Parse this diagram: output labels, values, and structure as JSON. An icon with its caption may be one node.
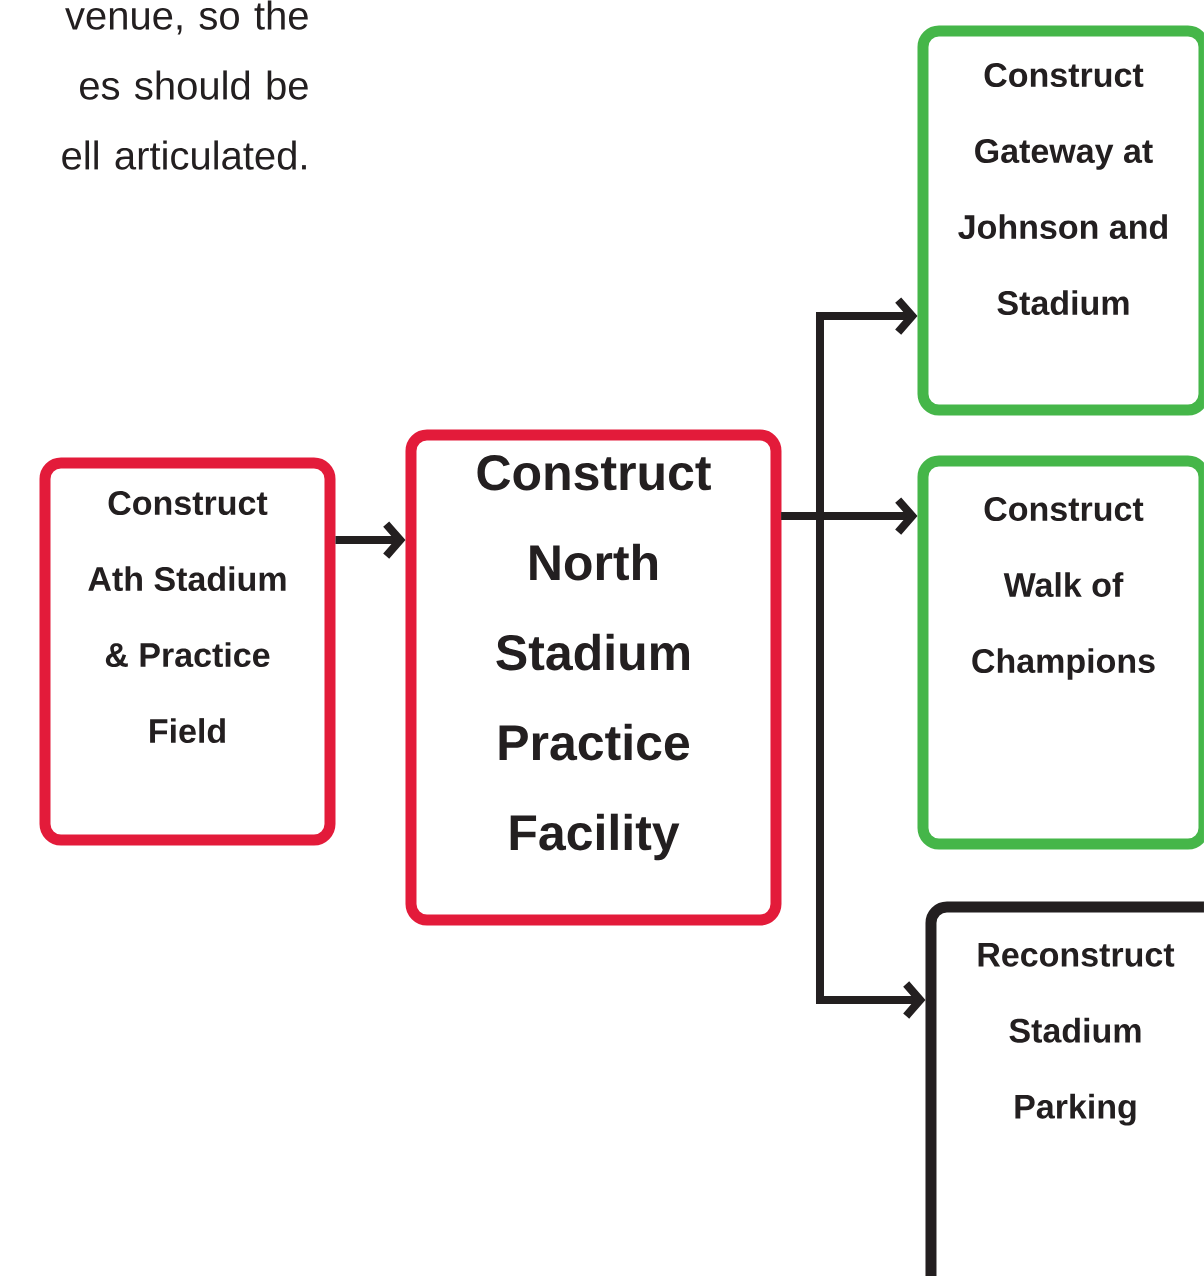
{
  "diagram": {
    "nodes": [
      {
        "text": [
          "Construct Ath Stadium & Practice Field"
        ]
      },
      {
        "text": [
          "Construct North Stadium Practice Facility"
        ]
      },
      {
        "text": [
          "Construct Gateway at Johnson and Stadium"
        ]
      },
      {
        "text": [
          "Construct Walk of Champions"
        ]
      },
      {
        "text": [
          "Reconstruct Stadium Parking"
        ]
      }
    ],
    "edges": [
      {
        "from": 0,
        "to": 1,
        "arrow": "to"
      },
      {
        "from": 1,
        "to": 2,
        "arrow": "to"
      },
      {
        "from": 1,
        "to": 3,
        "arrow": "to"
      },
      {
        "from": 1,
        "to": 4,
        "arrow": "to"
      }
    ],
    "labels": [
      "venue, so the es should be ell articulated."
    ]
  }
}
